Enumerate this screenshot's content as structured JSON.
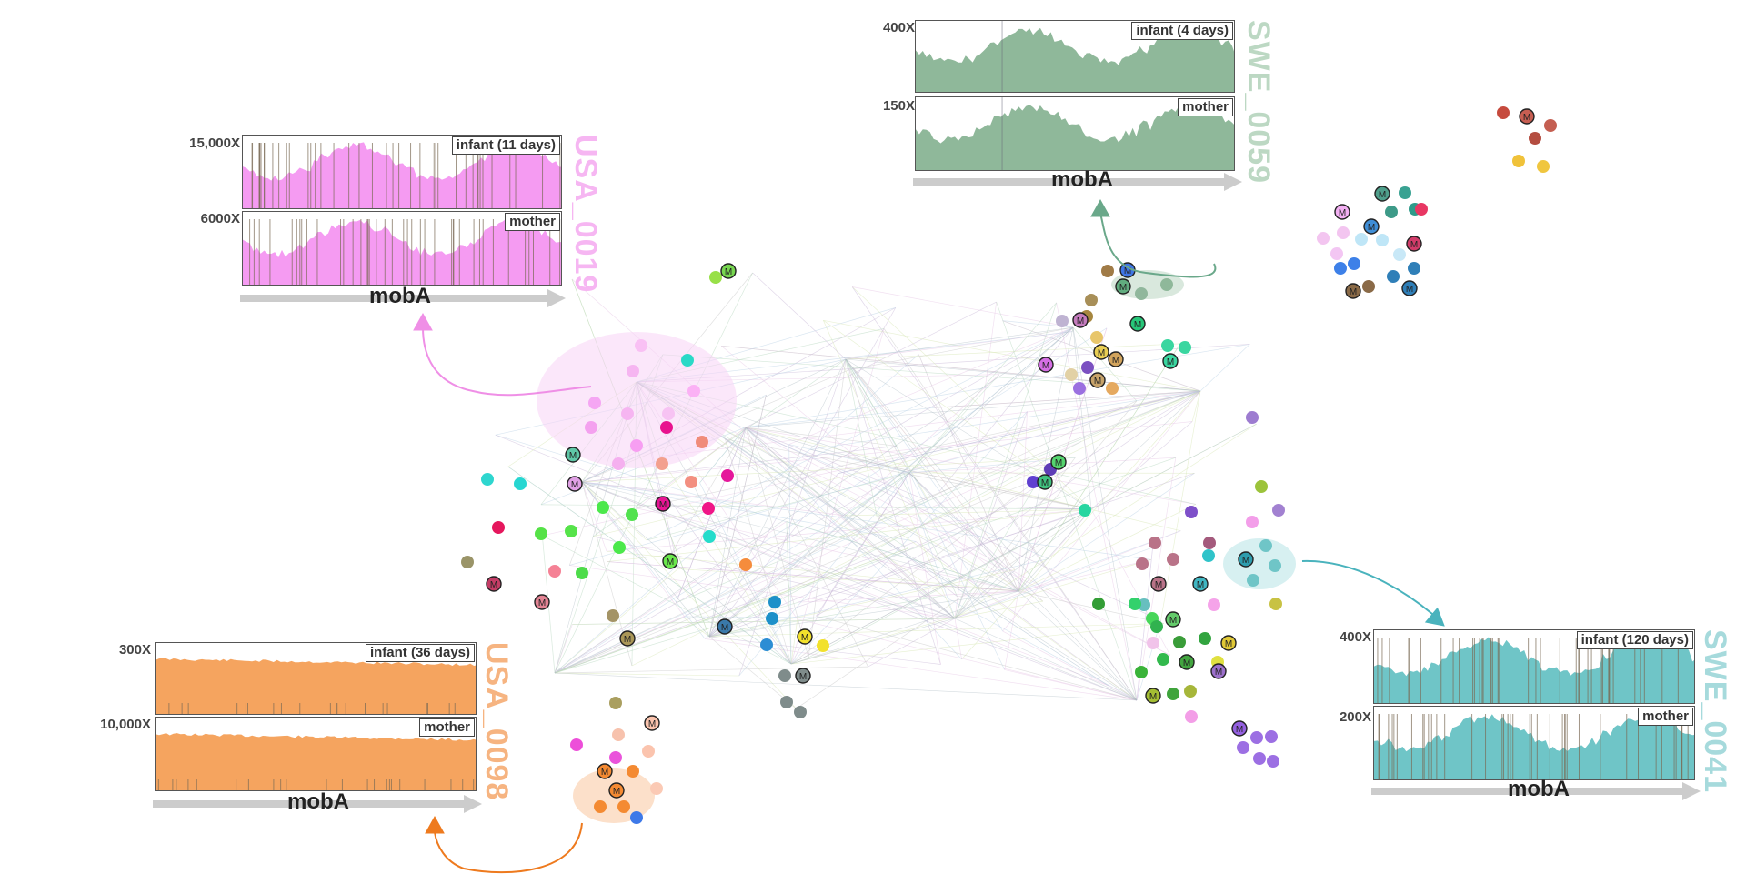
{
  "gene_label": "mobA",
  "marker_letter": "M",
  "colors": {
    "usa19": "#f59bf2",
    "usa98": "#f5a45f",
    "swe59": "#8fb89a",
    "swe41": "#6fc5c7",
    "usa19_text": "#f6b6f2",
    "usa98_text": "#f6b481",
    "swe59_text": "#bcd8c3",
    "swe41_text": "#a6dadc",
    "arrow_pink": "#ef8fe6",
    "arrow_orange": "#ee7a1e",
    "arrow_green": "#6aa88a",
    "arrow_teal": "#4ab3bd"
  },
  "panels": {
    "usa19": {
      "sample": "USA_0019",
      "infant_label": "infant (11 days)",
      "mother_label": "mother",
      "infant_cov": "15,000X",
      "mother_cov": "6000X"
    },
    "usa98": {
      "sample": "USA_0098",
      "infant_label": "infant (36 days)",
      "mother_label": "mother",
      "infant_cov": "300X",
      "mother_cov": "10,000X"
    },
    "swe59": {
      "sample": "SWE_0059",
      "infant_label": "infant (4 days)",
      "mother_label": "mother",
      "infant_cov": "400X",
      "mother_cov": "150X"
    },
    "swe41": {
      "sample": "SWE_0041",
      "infant_label": "infant (120 days)",
      "mother_label": "mother",
      "infant_cov": "400X",
      "mother_cov": "200X"
    }
  }
}
